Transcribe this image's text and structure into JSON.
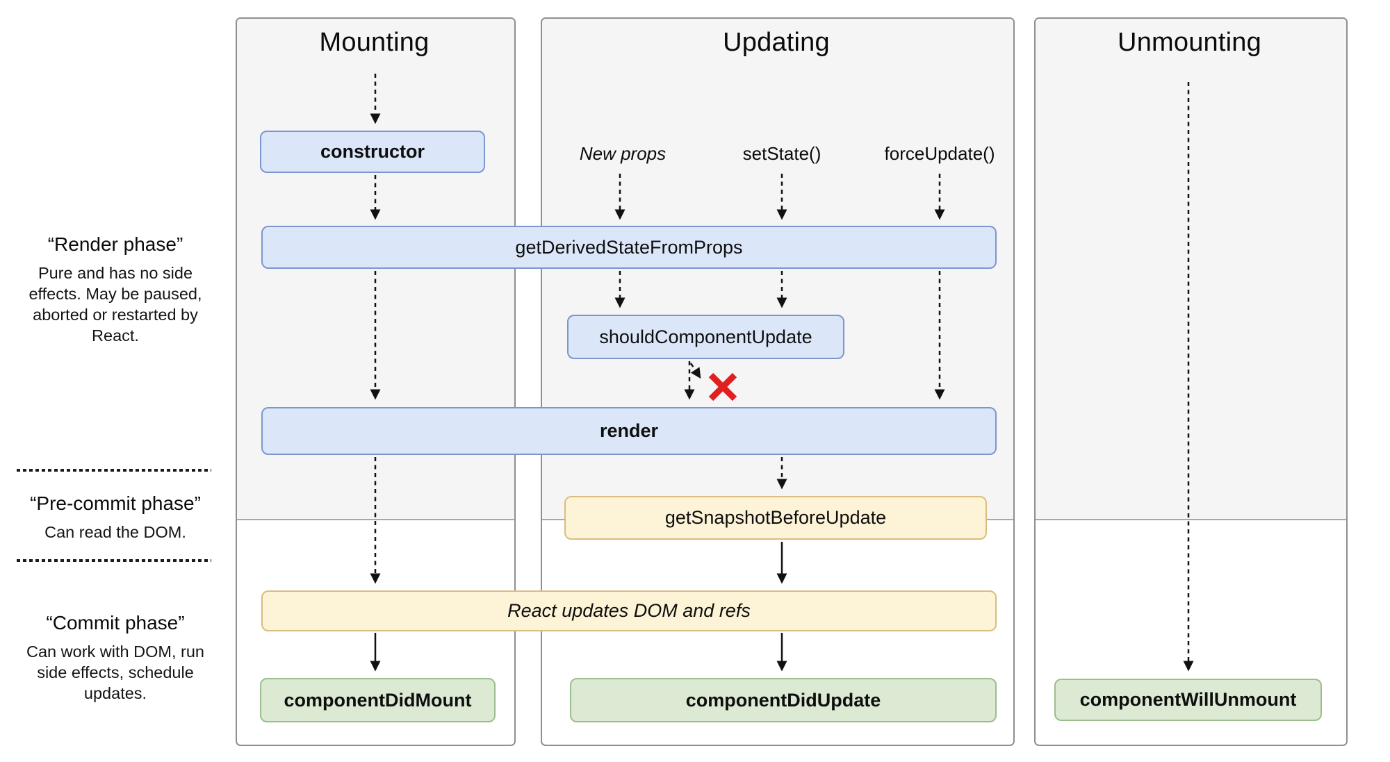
{
  "columns": {
    "mounting": "Mounting",
    "updating": "Updating",
    "unmounting": "Unmounting"
  },
  "triggers": {
    "new_props": "New props",
    "set_state": "setState()",
    "force_update": "forceUpdate()"
  },
  "nodes": {
    "constructor": "constructor",
    "get_derived": "getDerivedStateFromProps",
    "should_update": "shouldComponentUpdate",
    "render": "render",
    "get_snapshot": "getSnapshotBeforeUpdate",
    "react_updates": "React updates DOM and refs",
    "did_mount": "componentDidMount",
    "did_update": "componentDidUpdate",
    "will_unmount": "componentWillUnmount"
  },
  "phases": {
    "render": {
      "title": "“Render phase”",
      "description": "Pure and has no side effects. May be paused, aborted or restarted by React."
    },
    "pre_commit": {
      "title": "“Pre-commit phase”",
      "description": "Can read the DOM."
    },
    "commit": {
      "title": "“Commit phase”",
      "description": "Can work with DOM, run side effects, schedule updates."
    }
  },
  "colors": {
    "blue-fill": "#dbe7f9",
    "blue-border": "#7b96cf",
    "yellow-fill": "#fdf3d6",
    "yellow-border": "#d9bd7f",
    "green-fill": "#dcead3",
    "green-border": "#9cbe8e",
    "column-bg": "#f5f5f5",
    "column-border": "#8f8f8f",
    "arrow": "#111111",
    "reject-x": "#e11f1f"
  }
}
